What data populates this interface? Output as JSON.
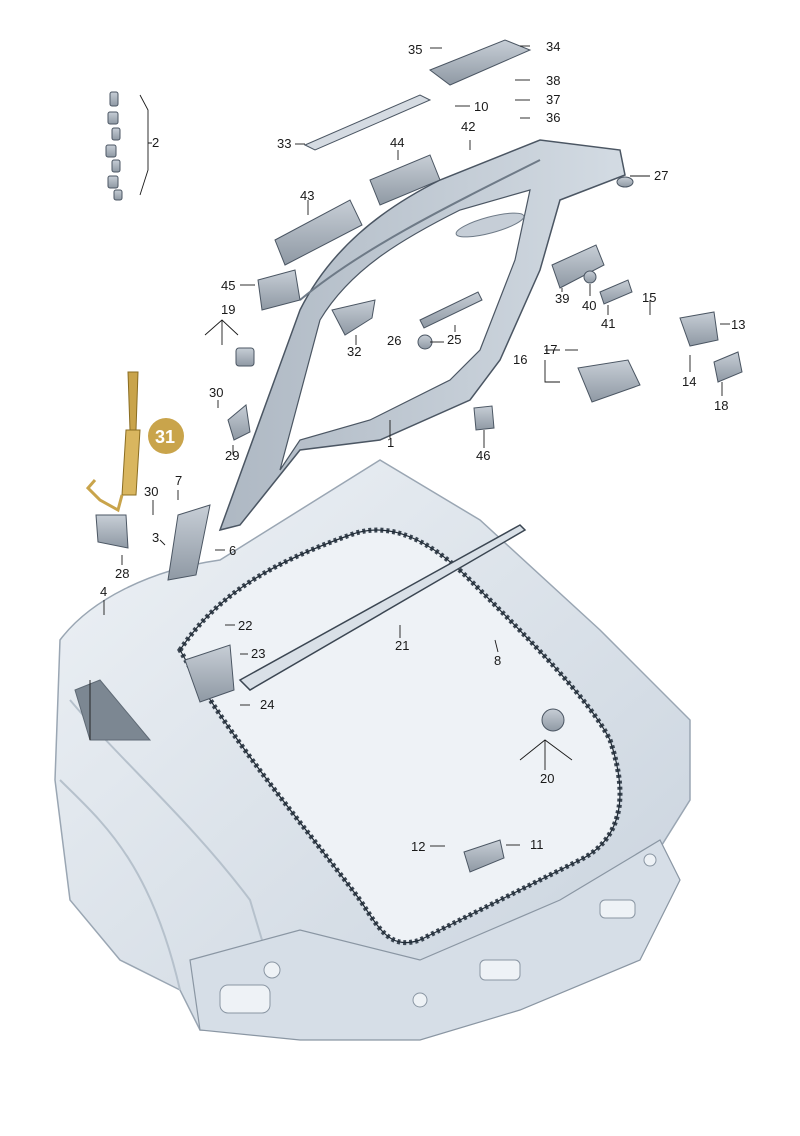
{
  "diagram": {
    "highlight_color": "#c9a44b",
    "body_color": "#dfe6ee",
    "part_color": "#8c97a3",
    "labels": {
      "p1": "1",
      "p2": "2",
      "p3": "3",
      "p4": "4",
      "p6": "6",
      "p7": "7",
      "p8": "8",
      "p10": "10",
      "p11": "11",
      "p12": "12",
      "p13": "13",
      "p14": "14",
      "p15": "15",
      "p16": "16",
      "p17": "17",
      "p18": "18",
      "p19": "19",
      "p20": "20",
      "p21": "21",
      "p22": "22",
      "p23": "23",
      "p24": "24",
      "p25": "25",
      "p26": "26",
      "p27": "27",
      "p28": "28",
      "p29": "29",
      "p30a": "30",
      "p30b": "30",
      "p31": "31",
      "p32": "32",
      "p33": "33",
      "p34": "34",
      "p35": "35",
      "p36": "36",
      "p37": "37",
      "p38": "38",
      "p39": "39",
      "p40": "40",
      "p41": "41",
      "p42": "42",
      "p43": "43",
      "p44": "44",
      "p45": "45",
      "p46": "46"
    }
  }
}
